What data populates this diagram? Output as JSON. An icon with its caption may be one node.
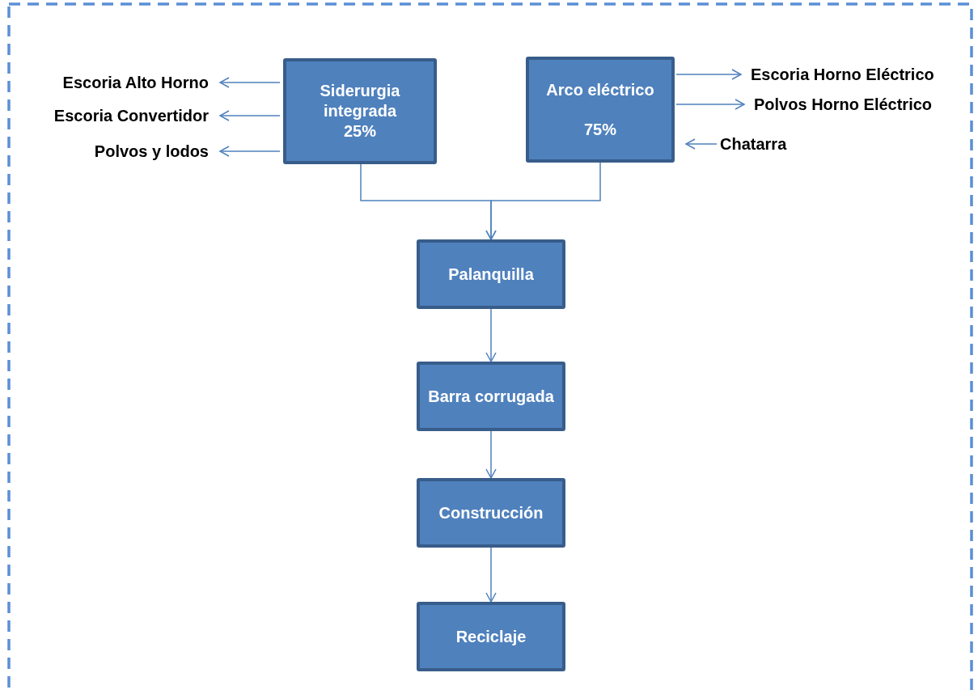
{
  "diagram": {
    "nodes": [
      {
        "text": [
          "Siderurgia integrada",
          "25%"
        ]
      },
      {
        "text": [
          "Arco eléctrico",
          "75%"
        ]
      },
      {
        "text": [
          "Palanquilla"
        ]
      },
      {
        "text": [
          "Barra corrugada"
        ]
      },
      {
        "text": [
          "Construcción"
        ]
      },
      {
        "text": [
          "Reciclaje"
        ]
      },
      {
        "text": [
          "Escoria Alto Horno"
        ]
      },
      {
        "text": [
          "Escoria Convertidor"
        ]
      },
      {
        "text": [
          "Polvos y lodos"
        ]
      },
      {
        "text": [
          "Escoria Horno Eléctrico"
        ]
      },
      {
        "text": [
          "Polvos Horno Eléctrico"
        ]
      },
      {
        "text": [
          "Chatarra"
        ]
      }
    ],
    "edges": [
      {
        "from": 0,
        "to": 6,
        "arrow": "to"
      },
      {
        "from": 0,
        "to": 7,
        "arrow": "to"
      },
      {
        "from": 0,
        "to": 8,
        "arrow": "to"
      },
      {
        "from": 1,
        "to": 9,
        "arrow": "to"
      },
      {
        "from": 1,
        "to": 10,
        "arrow": "to"
      },
      {
        "from": 11,
        "to": 1,
        "arrow": "to"
      },
      {
        "from": 0,
        "to": 2,
        "arrow": "to"
      },
      {
        "from": 1,
        "to": 2,
        "arrow": "to"
      },
      {
        "from": 2,
        "to": 3,
        "arrow": "to"
      },
      {
        "from": 3,
        "to": 4,
        "arrow": "to"
      },
      {
        "from": 4,
        "to": 5,
        "arrow": "to"
      }
    ]
  }
}
